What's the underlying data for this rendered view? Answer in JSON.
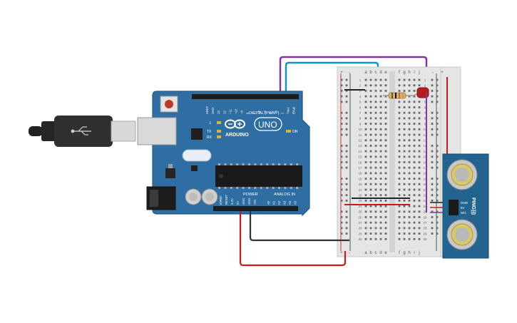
{
  "arduino": {
    "brand": "ARDUINO",
    "model": "UNO",
    "digital_label": "DIGITAL (PWM~)",
    "power_label": "POWER",
    "analog_label": "ANALOG IN",
    "top_pins": [
      "AREF",
      "GND",
      "13",
      "12",
      "~11",
      "~10",
      "~9",
      "8",
      "7",
      "~6",
      "~5",
      "4",
      "~3",
      "2",
      "TX▸1",
      "RX◂0"
    ],
    "power_pins": [
      "IOREF",
      "RESET",
      "3.3V",
      "5V",
      "GND",
      "GND",
      "VIN"
    ],
    "analog_pins": [
      "A0",
      "A1",
      "A2",
      "A3",
      "A4",
      "A5"
    ],
    "led_l": "L",
    "led_tx": "TX",
    "led_rx": "RX",
    "led_on": "ON"
  },
  "breadboard": {
    "col_left": [
      "a",
      "b",
      "c",
      "d",
      "e"
    ],
    "col_right": [
      "f",
      "g",
      "h",
      "i",
      "j"
    ],
    "rail_plus": "+",
    "rail_minus": "-",
    "rows": [
      "1",
      "2",
      "3",
      "4",
      "5",
      "6",
      "7",
      "8",
      "9",
      "10",
      "11",
      "12",
      "13",
      "14",
      "15",
      "16",
      "17",
      "18",
      "19",
      "20",
      "21",
      "22",
      "23",
      "24",
      "25",
      "26",
      "27",
      "28",
      "29",
      "30"
    ]
  },
  "sensor": {
    "name": "PING)))",
    "pin_gnd": "GND",
    "pin_5v": "5V",
    "pin_sig": "SIG"
  },
  "colors": {
    "board": "#2e6ea3",
    "wire_signal": "#1596b4",
    "wire_purple": "#7d3a9c",
    "wire_red": "#cc1a1a",
    "wire_black": "#333333",
    "led": "#b51d1d"
  }
}
